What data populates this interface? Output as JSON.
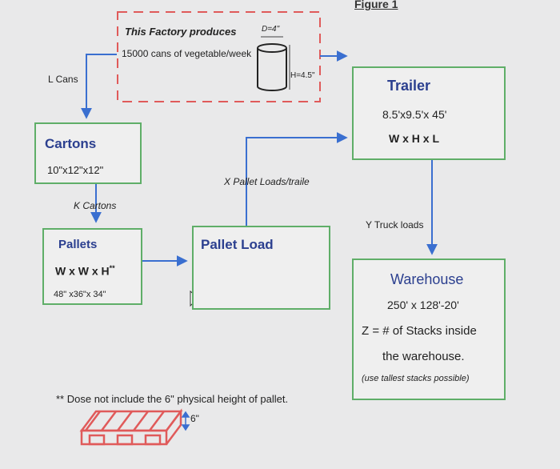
{
  "figure_label": "Figure 1",
  "factory": {
    "line1": "This Factory produces",
    "line2": "15000 cans of vegetable/week",
    "can_diameter": "D=4\"",
    "can_height": "H=4.5\""
  },
  "l_cans": "L Cans",
  "cartons": {
    "title": "Cartons",
    "size": "10\"x12\"x12\""
  },
  "k_cartons": "K Cartons",
  "pallets": {
    "title": "Pallets",
    "dims": "W x W x H",
    "dims_mark": "**",
    "size": "48\" x36\"x 34\""
  },
  "x_pallet_loads": "X Pallet Loads/traile",
  "pallet_load": {
    "title": "Pallet Load"
  },
  "trailer": {
    "title": "Trailer",
    "size": "8.5'x9.5'x 45'",
    "dims": "W x H x L"
  },
  "y_truck_loads": "Y Truck loads",
  "warehouse": {
    "title": "Warehouse",
    "size": "250' x 128'-20'",
    "line1": "Z = # of Stacks inside",
    "line2": "the warehouse.",
    "note": "(use tallest stacks possible)"
  },
  "footnote": "** Dose not include the 6\" physical height of pallet.",
  "pallet_height": "6\"",
  "colors": {
    "box_border": "#5fae68",
    "arrow": "#3a6fd0",
    "dashed": "#e05a5a",
    "title": "#2b3f8f"
  }
}
